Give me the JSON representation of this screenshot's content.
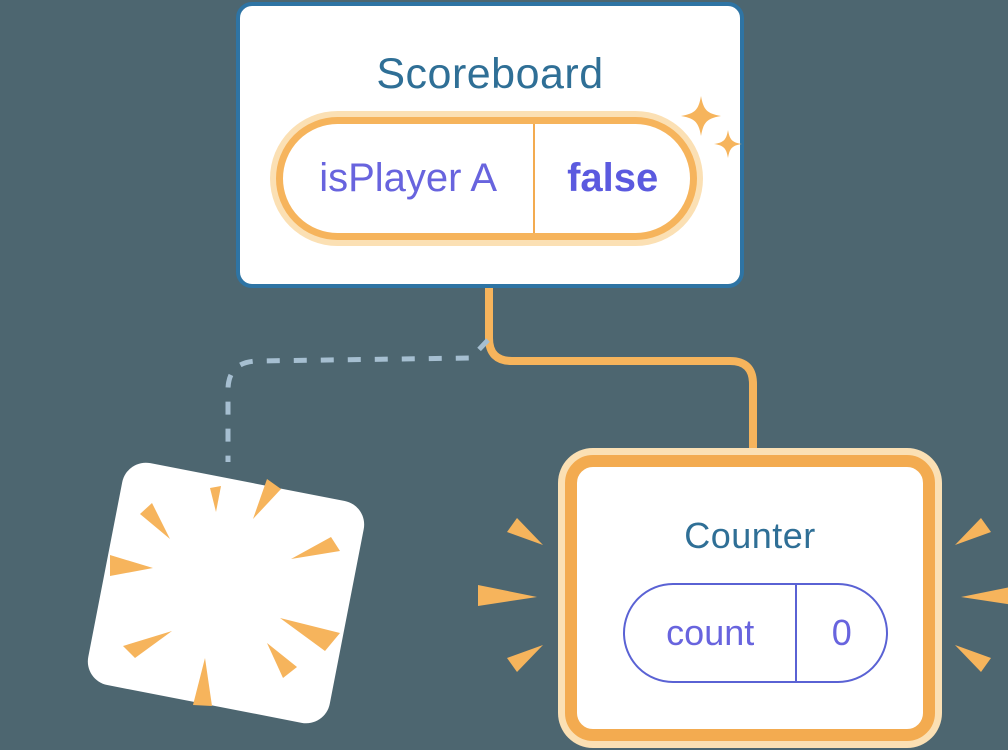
{
  "colors": {
    "background": "#4D6670",
    "card_border_blue": "#2E74A4",
    "title_blue": "#2F6F96",
    "orange": "#F6B45C",
    "orange_deep": "#F3AB50",
    "orange_glow": "#FBE0B4",
    "label_purple": "#6864DE",
    "value_purple": "#5B5ADF",
    "pill_border_purple": "#5A62D4",
    "dashed_blue": "#A6BFD1",
    "card_white": "#FFFFFF"
  },
  "scoreboard": {
    "title": "Scoreboard",
    "state": {
      "label": "isPlayer A",
      "value": "false"
    }
  },
  "counter": {
    "title": "Counter",
    "state": {
      "label": "count",
      "value": "0"
    }
  },
  "icons": {
    "sparkle": "✦",
    "poof": "radiating-burst-wedges",
    "emphasis": "side-spike-wedges"
  }
}
